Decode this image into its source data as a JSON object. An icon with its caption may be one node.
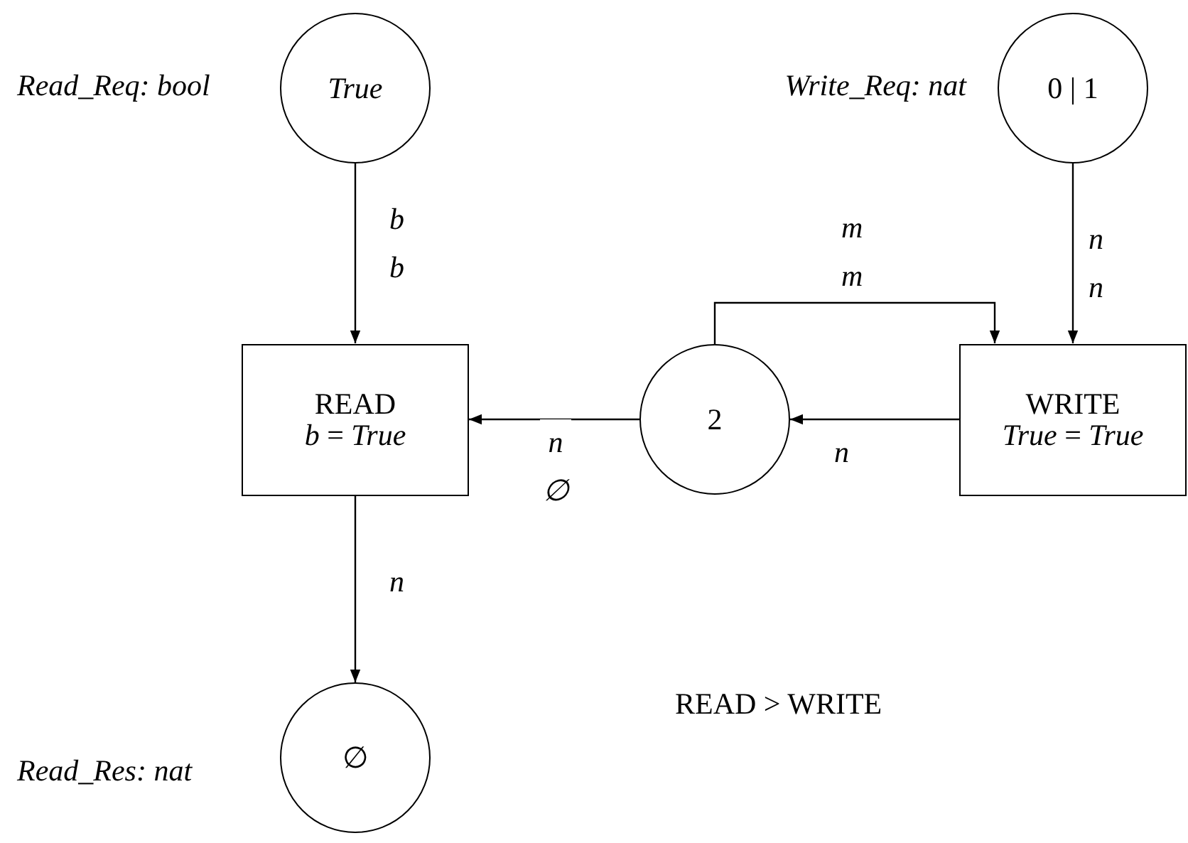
{
  "diagram": {
    "nodes": [
      {
        "text": [
          "True"
        ],
        "beside": [
          "Read_Req: bool"
        ]
      },
      {
        "text": [
          "0 | 1"
        ],
        "beside": [
          "Write_Req: nat"
        ]
      },
      {
        "text": [
          "READ",
          "*b* = *True*"
        ]
      },
      {
        "text": [
          "2"
        ]
      },
      {
        "text": [
          "WRITE",
          "*True* = *True*"
        ]
      },
      {
        "text": [
          "∅"
        ],
        "beside": [
          "Read_Res: nat"
        ]
      }
    ],
    "edges": [
      {
        "from": 0,
        "to": 2,
        "arrow": "to",
        "label": "b b"
      },
      {
        "from": 1,
        "to": 4,
        "arrow": "to",
        "label": "n n"
      },
      {
        "from": 3,
        "to": 4,
        "arrow": "to",
        "label": "m m"
      },
      {
        "from": 4,
        "to": 3,
        "arrow": "to",
        "label": "n"
      },
      {
        "from": 3,
        "to": 2,
        "arrow": "to",
        "label": "n ∅"
      },
      {
        "from": 2,
        "to": 5,
        "arrow": "to",
        "label": "n"
      }
    ],
    "labels": [
      "READ > WRITE"
    ]
  }
}
